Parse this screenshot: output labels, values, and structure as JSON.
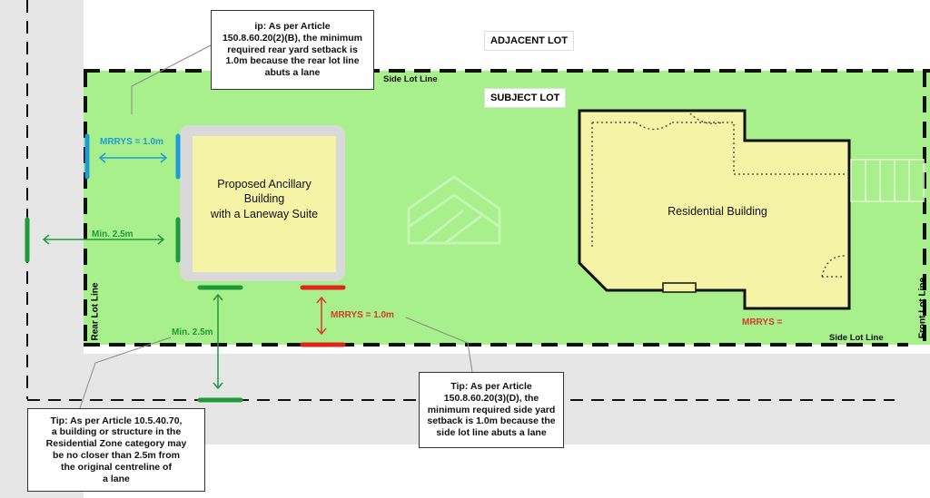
{
  "labels": {
    "adjacent_lot": "ADJACENT LOT",
    "subject_lot": "SUBJECT LOT",
    "side_lot_line_top": "Side Lot Line",
    "side_lot_line_bottom": "Side Lot Line",
    "rear_lot_line": "Rear Lot Line",
    "front_lot_line": "Front Lot Line",
    "proposed_building": "Proposed Ancillary\nBuilding\nwith a Laneway Suite",
    "residential_building": "Residential Building",
    "mrrys_rear": "MRRYS = 1.0m",
    "min_rear": "Min. 2.5m",
    "min_lane": "Min. 2.5m",
    "mrrys_side": "MRRYS = 1.0m",
    "mrrys_front": "MRRYS ="
  },
  "tips": {
    "tip_top": "ip: As per Article\n150.8.60.20(2)(B), the minimum\nrequired rear yard setback is\n1.0m because the rear lot line\nabuts a lane",
    "tip_left": "Tip: As per Article 10.5.40.70,\na building or structure in the\nResidential Zone category may\nbe no closer than 2.5m from\nthe original centreline of\na lane",
    "tip_right": "Tip: As per Article\n150.8.60.20(3)(D), the\nminimum required side yard\nsetback is 1.0m because the\nside lot line abuts a lane"
  },
  "colors": {
    "lot_green": "#a8f08c",
    "lane_grey": "#e5e5e5",
    "building_yellow": "#f5f3a6",
    "setback_blue": "#1e9bd7",
    "setback_green": "#1f9a3a",
    "setback_red": "#e0241b",
    "dim_green": "#1f9a3a",
    "dim_red": "#d8392b",
    "dim_blue": "#1e9bd7"
  }
}
